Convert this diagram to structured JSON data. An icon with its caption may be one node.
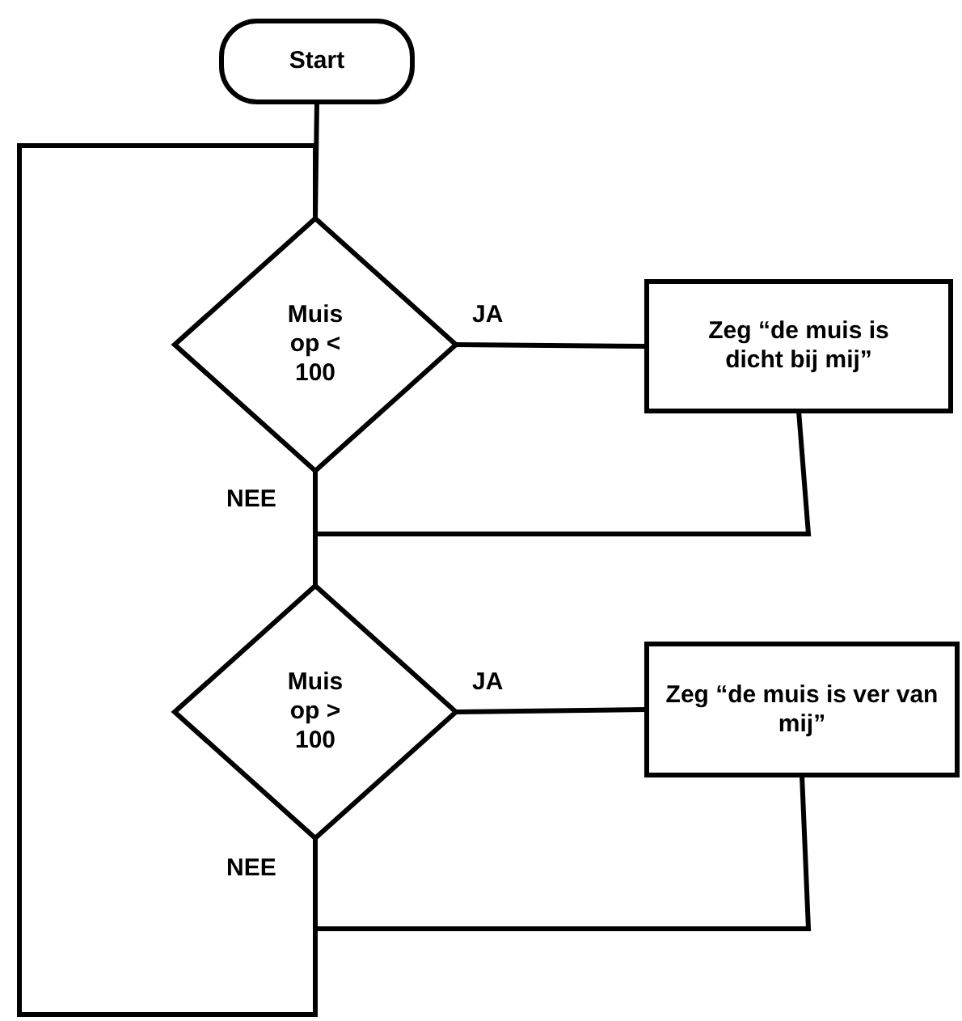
{
  "diagram": {
    "nodes": [
      {
        "text": [
          "Start"
        ]
      },
      {
        "text": [
          "Muis op < 100"
        ]
      },
      {
        "text": [
          "Zeg “de muis is dicht bij mij”"
        ]
      },
      {
        "text": [
          "Muis op > 100"
        ]
      },
      {
        "text": [
          "Zeg “de muis is ver van mij”"
        ]
      }
    ],
    "edges": [
      {
        "from": 0,
        "to": 1,
        "arrow": "none"
      },
      {
        "from": 1,
        "to": 2,
        "arrow": "none",
        "label": "JA"
      },
      {
        "from": 1,
        "to": 3,
        "arrow": "none",
        "label": "NEE"
      },
      {
        "from": 2,
        "to": 3,
        "arrow": "none"
      },
      {
        "from": 3,
        "to": 4,
        "arrow": "none",
        "label": "JA"
      },
      {
        "from": 3,
        "to": 1,
        "arrow": "none",
        "label": "NEE"
      },
      {
        "from": 4,
        "to": 1,
        "arrow": "none"
      }
    ]
  }
}
